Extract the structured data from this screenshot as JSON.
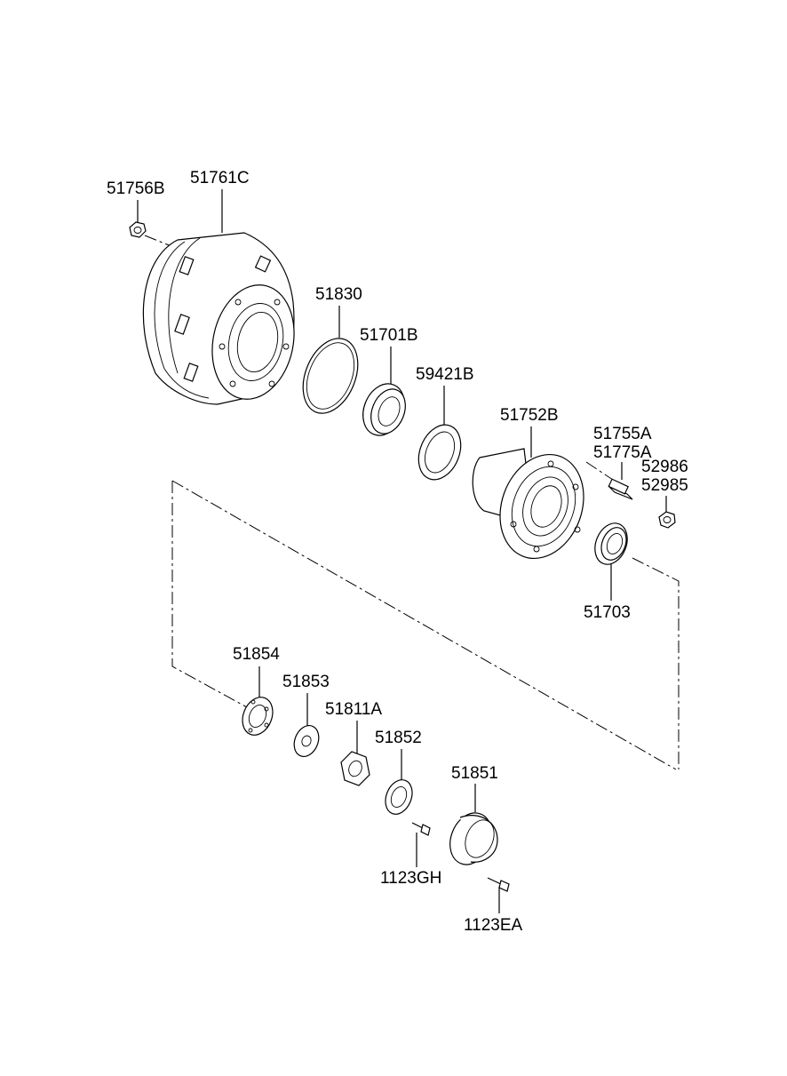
{
  "labels": {
    "p51756B": "51756B",
    "p51761C": "51761C",
    "p51830": "51830",
    "p51701B": "51701B",
    "p59421B": "59421B",
    "p51752B": "51752B",
    "p51755A": "51755A",
    "p51775A": "51775A",
    "p52986": "52986",
    "p52985": "52985",
    "p51703": "51703",
    "p51854": "51854",
    "p51853": "51853",
    "p51811A": "51811A",
    "p51852": "51852",
    "p51851": "51851",
    "p1123GH": "1123GH",
    "p1123EA": "1123EA"
  }
}
